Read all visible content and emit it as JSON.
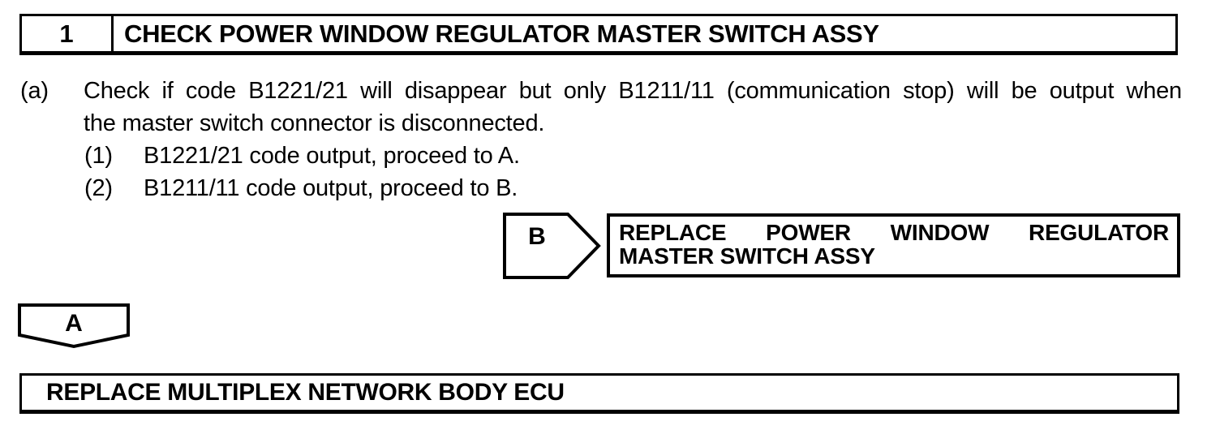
{
  "page": {
    "background_color": "#ffffff",
    "ink_color": "#000000"
  },
  "step_header": {
    "number": "1",
    "title": "CHECK POWER WINDOW REGULATOR MASTER SWITCH ASSY"
  },
  "instruction": {
    "label": "(a)",
    "lines": [
      "Check if code B1221/21 will disappear but only B1211/11 (communication stop) will be output when",
      "the master switch connector is disconnected."
    ],
    "substeps": [
      {
        "label": "(1)",
        "text": "B1221/21 code output, proceed to A."
      },
      {
        "label": "(2)",
        "text": "B1211/11 code output, proceed to B."
      }
    ]
  },
  "branch_b": {
    "connector_label": "B",
    "action_lines": [
      "REPLACE POWER WINDOW REGULATOR",
      "MASTER SWITCH ASSY"
    ]
  },
  "branch_a": {
    "connector_label": "A",
    "action_text": "REPLACE MULTIPLEX NETWORK BODY ECU"
  }
}
